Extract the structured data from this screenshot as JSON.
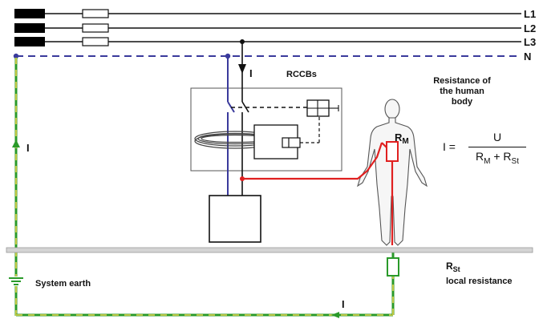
{
  "lines": {
    "l1": "L1",
    "l2": "L2",
    "l3": "L3",
    "n": "N"
  },
  "labels": {
    "current_main": "I",
    "current_left": "I",
    "current_bottom": "I",
    "rccb": "RCCBs",
    "resistance_title_1": "Resistance of",
    "resistance_title_2": "the human",
    "resistance_title_3": "body",
    "rm_main": "R",
    "rm_sub": "M",
    "rst_main": "R",
    "rst_sub": "St",
    "rst_desc": "local resistance",
    "system_earth": "System earth"
  },
  "formula": {
    "lhs": "I =",
    "numerator": "U",
    "den_r1": "R",
    "den_r1_sub": "M",
    "den_plus": " + R",
    "den_r2_sub": "St"
  },
  "colors": {
    "phase": "#111111",
    "neutral": "#3a3a9c",
    "protective_green": "#2a9a2a",
    "protective_yellow": "#e8d44a",
    "fault_red": "#e02020",
    "ground": "#bdbdbd"
  }
}
